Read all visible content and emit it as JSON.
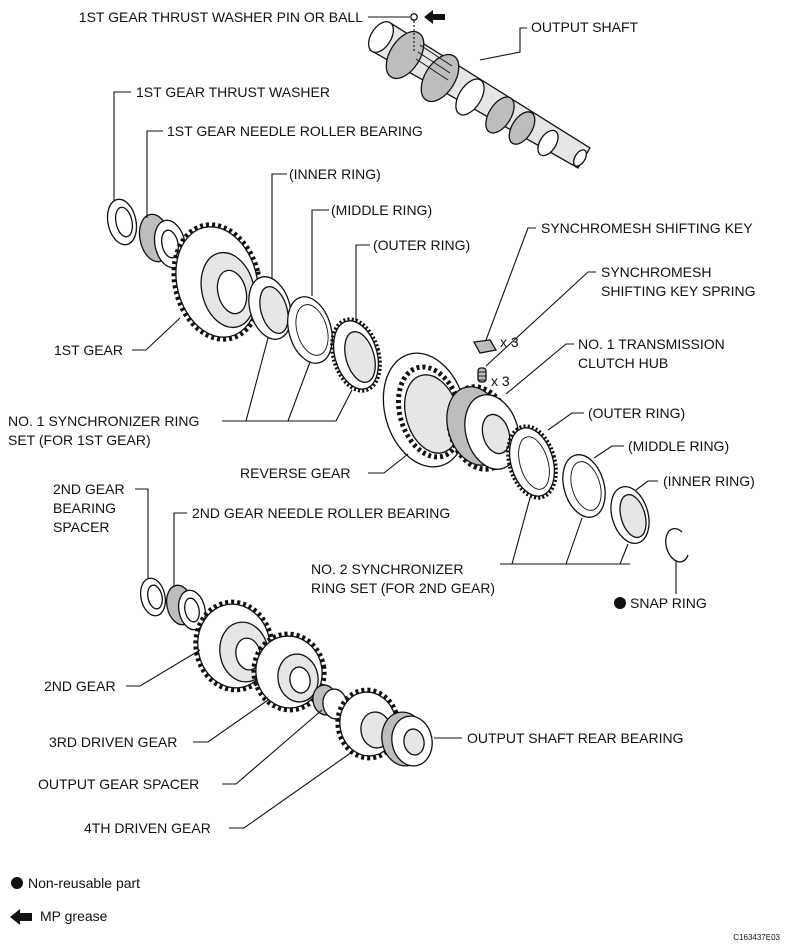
{
  "labels": {
    "thrust_washer_pin": "1ST GEAR THRUST WASHER PIN OR BALL",
    "output_shaft": "OUTPUT SHAFT",
    "thrust_washer": "1ST GEAR THRUST WASHER",
    "needle_bearing_1": "1ST GEAR NEEDLE ROLLER BEARING",
    "inner_ring_1": "(INNER RING)",
    "middle_ring_1": "(MIDDLE RING)",
    "outer_ring_1": "(OUTER RING)",
    "shifting_key": "SYNCHROMESH SHIFTING KEY",
    "key_spring_line1": "SYNCHROMESH",
    "key_spring_line2": "SHIFTING KEY SPRING",
    "clutch_hub_line1": "NO. 1 TRANSMISSION",
    "clutch_hub_line2": "CLUTCH HUB",
    "qty_key": "x 3",
    "qty_spring": "x 3",
    "gear_1st": "1ST GEAR",
    "sync_set_1_line1": "NO. 1 SYNCHRONIZER RING",
    "sync_set_1_line2": "SET (FOR 1ST GEAR)",
    "reverse_gear": "REVERSE GEAR",
    "outer_ring_2": "(OUTER RING)",
    "middle_ring_2": "(MIDDLE RING)",
    "inner_ring_2": "(INNER RING)",
    "spacer_2nd_line1": "2ND GEAR",
    "spacer_2nd_line2": "BEARING",
    "spacer_2nd_line3": "SPACER",
    "needle_bearing_2": "2ND GEAR NEEDLE ROLLER BEARING",
    "sync_set_2_line1": "NO. 2 SYNCHRONIZER",
    "sync_set_2_line2": "RING SET (FOR 2ND GEAR)",
    "snap_ring": "SNAP RING",
    "gear_2nd": "2ND GEAR",
    "gear_3rd_driven": "3RD DRIVEN GEAR",
    "rear_bearing": "OUTPUT SHAFT REAR BEARING",
    "output_gear_spacer": "OUTPUT GEAR SPACER",
    "gear_4th_driven": "4TH DRIVEN GEAR"
  },
  "legend": {
    "non_reusable": "Non-reusable part",
    "mp_grease": "MP grease"
  },
  "figure_code": "C163437E03"
}
